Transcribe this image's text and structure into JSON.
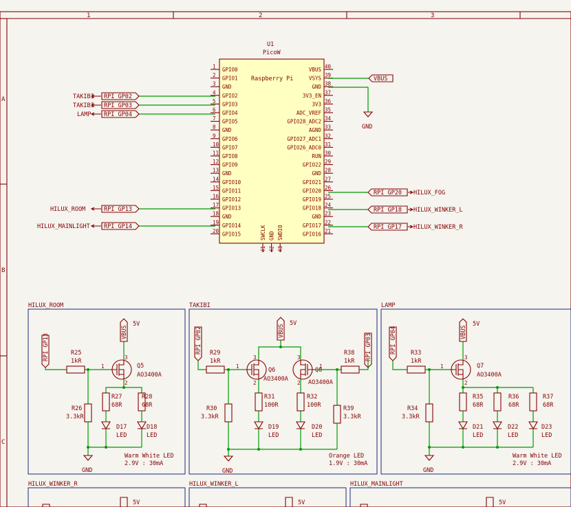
{
  "frame": {
    "columns": [
      "1",
      "2",
      "3"
    ],
    "rows": [
      "A",
      "B",
      "C"
    ]
  },
  "u1": {
    "ref": "U1",
    "value": "PicoW",
    "title": "Raspberry Pi",
    "left_pins": [
      {
        "num": "1",
        "name": "GPIO0"
      },
      {
        "num": "2",
        "name": "GPIO1"
      },
      {
        "num": "3",
        "name": "GND"
      },
      {
        "num": "4",
        "name": "GPIO2"
      },
      {
        "num": "5",
        "name": "GPIO3"
      },
      {
        "num": "6",
        "name": "GPIO4"
      },
      {
        "num": "7",
        "name": "GPIO5"
      },
      {
        "num": "8",
        "name": "GND"
      },
      {
        "num": "9",
        "name": "GPIO6"
      },
      {
        "num": "10",
        "name": "GPIO7"
      },
      {
        "num": "11",
        "name": "GPIO8"
      },
      {
        "num": "12",
        "name": "GPIO9"
      },
      {
        "num": "13",
        "name": "GND"
      },
      {
        "num": "14",
        "name": "GPIO10"
      },
      {
        "num": "15",
        "name": "GPIO11"
      },
      {
        "num": "16",
        "name": "GPIO12"
      },
      {
        "num": "17",
        "name": "GPIO13"
      },
      {
        "num": "18",
        "name": "GND"
      },
      {
        "num": "19",
        "name": "GPIO14"
      },
      {
        "num": "20",
        "name": "GPIO15"
      }
    ],
    "right_pins": [
      {
        "num": "40",
        "name": "VBUS"
      },
      {
        "num": "39",
        "name": "VSYS"
      },
      {
        "num": "38",
        "name": "GND"
      },
      {
        "num": "37",
        "name": "3V3_EN"
      },
      {
        "num": "36",
        "name": "3V3"
      },
      {
        "num": "35",
        "name": "ADC_VREF"
      },
      {
        "num": "34",
        "name": "GPIO28_ADC2"
      },
      {
        "num": "33",
        "name": "AGND"
      },
      {
        "num": "32",
        "name": "GPIO27_ADC1"
      },
      {
        "num": "31",
        "name": "GPIO26_ADC0"
      },
      {
        "num": "30",
        "name": "RUN"
      },
      {
        "num": "29",
        "name": "GPIO22"
      },
      {
        "num": "28",
        "name": "GND"
      },
      {
        "num": "27",
        "name": "GPIO21"
      },
      {
        "num": "26",
        "name": "GPIO20"
      },
      {
        "num": "25",
        "name": "GPIO19"
      },
      {
        "num": "24",
        "name": "GPIO18"
      },
      {
        "num": "23",
        "name": "GND"
      },
      {
        "num": "22",
        "name": "GPIO17"
      },
      {
        "num": "21",
        "name": "GPIO16"
      }
    ],
    "bottom_pins": [
      {
        "num": "41",
        "name": "SWCLK"
      },
      {
        "num": "42",
        "name": "GND"
      },
      {
        "num": "43",
        "name": "SWDIO"
      }
    ]
  },
  "top_labels": {
    "takibi1": "TAKIBI",
    "takibi2": "TAKIBI",
    "lamp": "LAMP",
    "room": "HILUX_ROOM",
    "mainlight": "HILUX_MAINLIGHT",
    "fog": "HILUX_FOG",
    "winker_l": "HILUX_WINKER_L",
    "winker_r": "HILUX_WINKER_R",
    "gnd": "GND",
    "vbus": "VBUS"
  },
  "nets": {
    "gp2": "RPI_GP02",
    "gp3": "RPI_GP03",
    "gp4": "RPI_GP04",
    "gp13": "RPI_GP13",
    "gp14": "RPI_GP14",
    "gp20": "RPI_GP20",
    "gp18": "RPI_GP18",
    "gp17": "RPI_GP17"
  },
  "blocks": {
    "room": {
      "title": "HILUX_ROOM",
      "input": "RPI_GP13",
      "vbus": "VBUS",
      "v5": "5V",
      "r25": "R25",
      "r25v": "1kR",
      "r26": "R26",
      "r26v": "3.3kR",
      "r27": "R27",
      "r27v": "68R",
      "r28": "R28",
      "r28v": "68R",
      "q": "Q5",
      "qv": "AO3400A",
      "d17": "D17",
      "d17v": "LED",
      "d18": "D18",
      "d18v": "LED",
      "gnd": "GND",
      "note1": "Warm White LED",
      "note2": "2.9V : 30mA"
    },
    "takibi": {
      "title": "TAKIBI",
      "input_left": "RPI_GP02",
      "input_right": "RPI_GP03",
      "vbus": "VBUS",
      "v5": "5V",
      "r29": "R29",
      "r29v": "1kR",
      "r30": "R30",
      "r30v": "3.3kR",
      "r31": "R31",
      "r31v": "100R",
      "r32": "R32",
      "r32v": "100R",
      "r38": "R38",
      "r38v": "1kR",
      "r39": "R39",
      "r39v": "3.3kR",
      "q6": "Q6",
      "q6v": "AO3400A",
      "q8": "Q8",
      "q8v": "AO3400A",
      "d19": "D19",
      "d19v": "LED",
      "d20": "D20",
      "d20v": "LED",
      "gnd": "GND",
      "note1": "Orange LED",
      "note2": "1.9V : 30mA"
    },
    "lamp": {
      "title": "LAMP",
      "input": "RPI_GP04",
      "vbus": "VBUS",
      "v5": "5V",
      "r33": "R33",
      "r33v": "1kR",
      "r34": "R34",
      "r34v": "3.3kR",
      "r35": "R35",
      "r35v": "68R",
      "r36": "R36",
      "r36v": "68R",
      "r37": "R37",
      "r37v": "68R",
      "q": "Q7",
      "qv": "AO3400A",
      "d21": "D21",
      "d21v": "LED",
      "d22": "D22",
      "d22v": "LED",
      "d23": "D23",
      "d23v": "LED",
      "gnd": "GND",
      "note1": "Warm White LED",
      "note2": "2.9V : 30mA"
    },
    "bottom": {
      "winker_r": "HILUX_WINKER_R",
      "winker_l": "HILUX_WINKER_L",
      "mainlight": "HILUX_MAINLIGHT",
      "v5a": "5V",
      "v5b": "5V",
      "v5c": "5V"
    }
  },
  "colors": {
    "wire": "#009900",
    "symbol": "#840000",
    "body_fill": "#ffffc2",
    "frame": "#840000",
    "background": "#f5f4ef"
  }
}
